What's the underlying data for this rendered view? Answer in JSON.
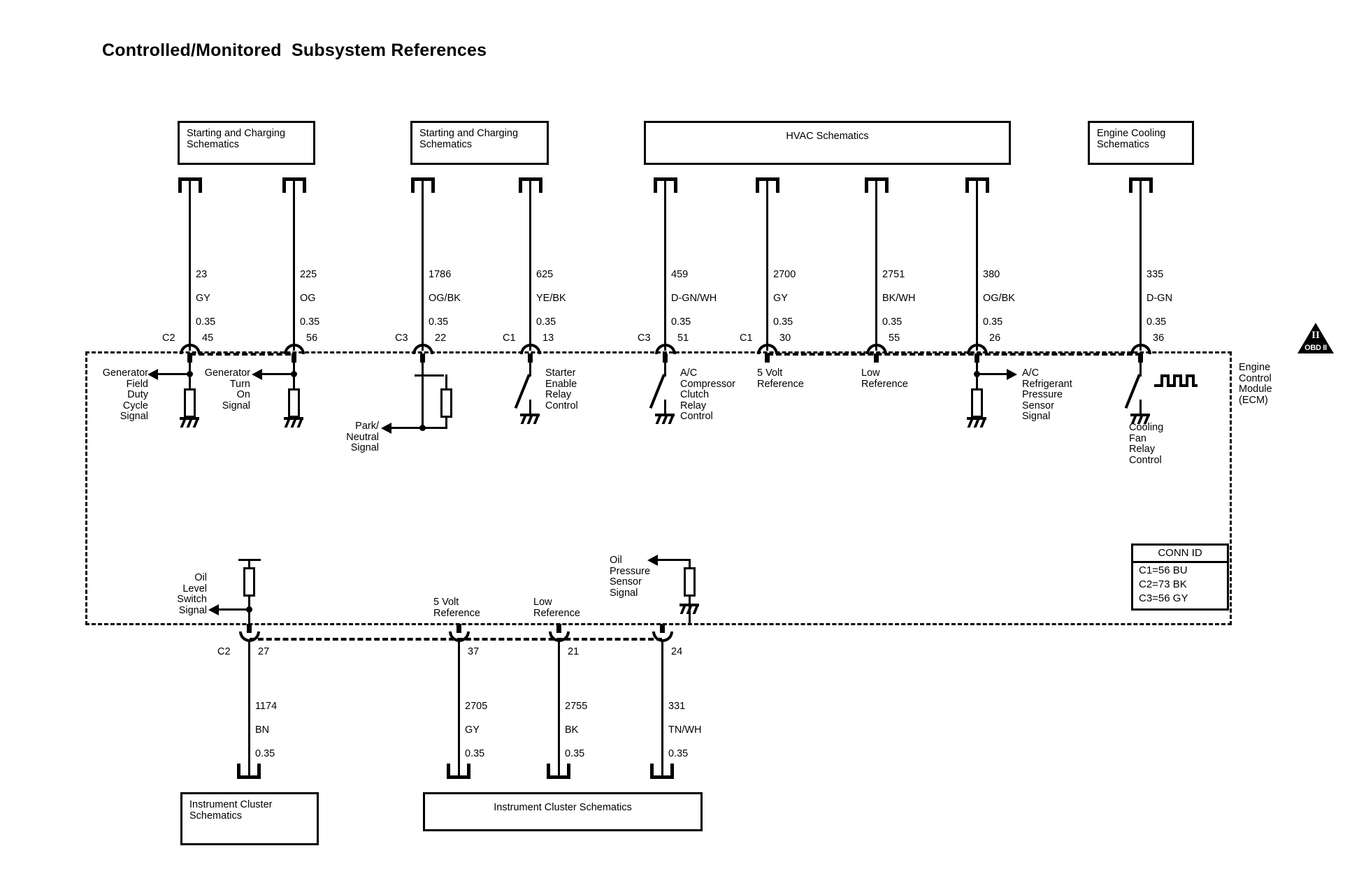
{
  "page": {
    "title": "Controlled/Monitored  Subsystem References"
  },
  "reference_boxes": [
    {
      "id": "starting-charging-1",
      "label": "Starting and Charging\nSchematics"
    },
    {
      "id": "starting-charging-2",
      "label": "Starting and Charging\nSchematics"
    },
    {
      "id": "hvac",
      "label": "HVAC Schematics"
    },
    {
      "id": "engine-cooling",
      "label": "Engine Cooling\nSchematics"
    },
    {
      "id": "instrument-cluster-1",
      "label": "Instrument Cluster\nSchematics"
    },
    {
      "id": "instrument-cluster-2",
      "label": "Instrument Cluster Schematics"
    }
  ],
  "module": {
    "name": "Engine\nControl\nModule\n(ECM)"
  },
  "conn_id": {
    "header": "CONN ID",
    "rows": [
      "C1=56 BU",
      "C2=73 BK",
      "C3=56 GY"
    ]
  },
  "obd_badge": {
    "symbol": "II",
    "caption": "OBD II"
  },
  "top_circuits": [
    {
      "wire_id": "23",
      "color": "GY",
      "gauge": "0.35",
      "connector": "C2",
      "pin": "45",
      "signal": "Generator\nField\nDuty\nCycle\nSignal"
    },
    {
      "wire_id": "225",
      "color": "OG",
      "gauge": "0.35",
      "connector": "",
      "pin": "56",
      "signal": "Generator\nTurn\nOn\nSignal"
    },
    {
      "wire_id": "1786",
      "color": "OG/BK",
      "gauge": "0.35",
      "connector": "C3",
      "pin": "22",
      "signal": "Park/\nNeutral\nSignal"
    },
    {
      "wire_id": "625",
      "color": "YE/BK",
      "gauge": "0.35",
      "connector": "C1",
      "pin": "13",
      "signal": "Starter\nEnable\nRelay\nControl"
    },
    {
      "wire_id": "459",
      "color": "D-GN/WH",
      "gauge": "0.35",
      "connector": "C3",
      "pin": "51",
      "signal": "A/C\nCompressor\nClutch\nRelay\nControl"
    },
    {
      "wire_id": "2700",
      "color": "GY",
      "gauge": "0.35",
      "connector": "C1",
      "pin": "30",
      "signal": "5 Volt\nReference"
    },
    {
      "wire_id": "2751",
      "color": "BK/WH",
      "gauge": "0.35",
      "connector": "",
      "pin": "55",
      "signal": "Low\nReference"
    },
    {
      "wire_id": "380",
      "color": "OG/BK",
      "gauge": "0.35",
      "connector": "",
      "pin": "26",
      "signal": "A/C\nRefrigerant\nPressure\nSensor\nSignal"
    },
    {
      "wire_id": "335",
      "color": "D-GN",
      "gauge": "0.35",
      "connector": "",
      "pin": "36",
      "signal": "Cooling\nFan\nRelay\nControl"
    }
  ],
  "bottom_circuits": [
    {
      "wire_id": "1174",
      "color": "BN",
      "gauge": "0.35",
      "connector": "C2",
      "pin": "27",
      "signal": "Oil\nLevel\nSwitch\nSignal"
    },
    {
      "wire_id": "2705",
      "color": "GY",
      "gauge": "0.35",
      "connector": "",
      "pin": "37",
      "signal": "5 Volt\nReference"
    },
    {
      "wire_id": "2755",
      "color": "BK",
      "gauge": "0.35",
      "connector": "",
      "pin": "21",
      "signal": "Low\nReference"
    },
    {
      "wire_id": "331",
      "color": "TN/WH",
      "gauge": "0.35",
      "connector": "",
      "pin": "24",
      "signal": "Oil\nPressure\nSensor\nSignal"
    }
  ],
  "colors": {
    "ink": "#000000",
    "paper": "#ffffff"
  }
}
